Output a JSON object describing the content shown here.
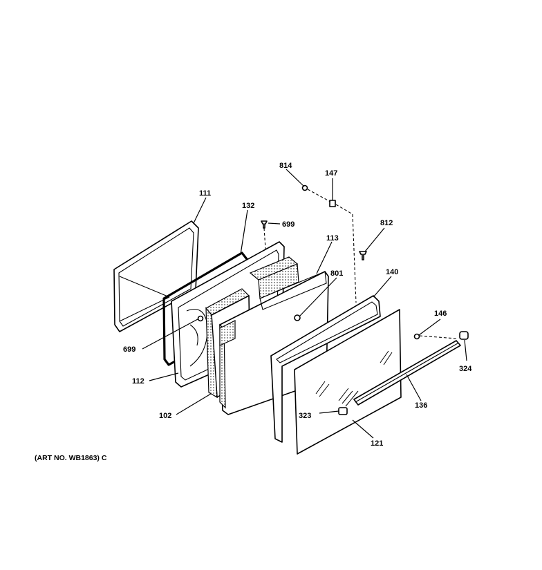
{
  "diagram": {
    "callouts": {
      "c111": "111",
      "c132": "132",
      "c699_top": "699",
      "c113": "113",
      "c814": "814",
      "c147": "147",
      "c812": "812",
      "c801": "801",
      "c140": "140",
      "c146": "146",
      "c324": "324",
      "c136": "136",
      "c323": "323",
      "c121": "121",
      "c699_left": "699",
      "c112": "112",
      "c102": "102"
    },
    "art_number": "(ART NO. WB1863) C"
  }
}
